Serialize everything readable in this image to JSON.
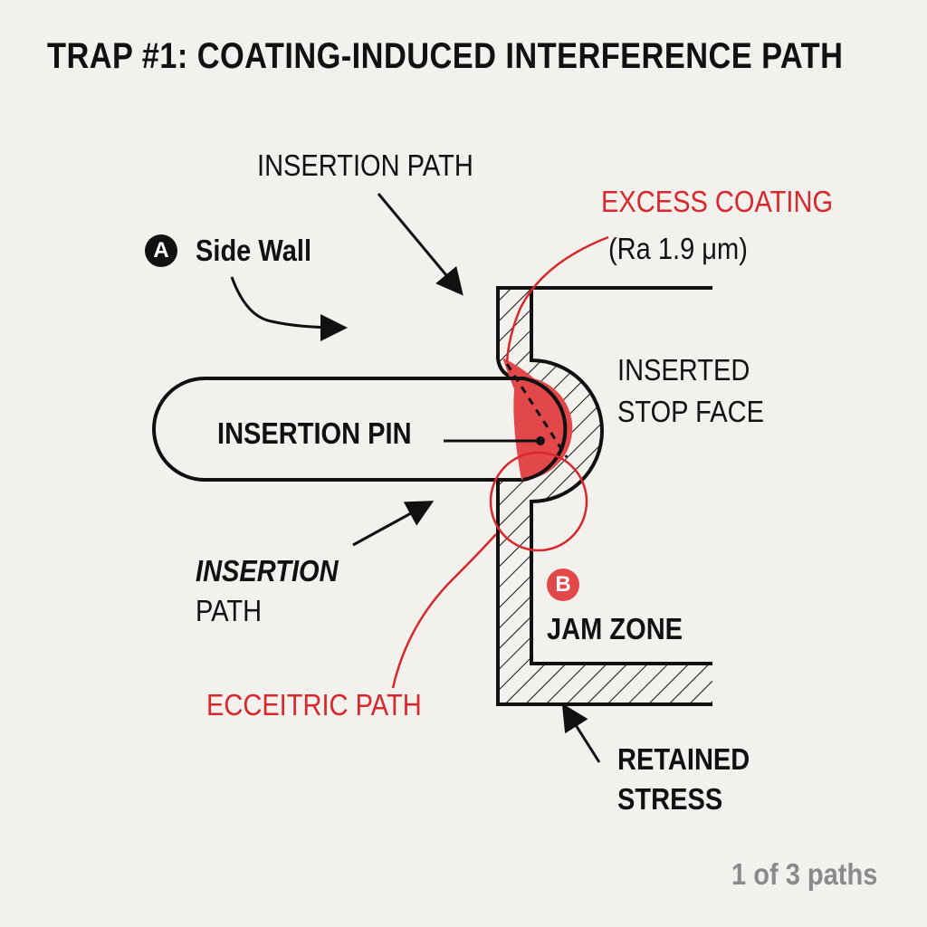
{
  "title": "TRAP #1: COATING-INDUCED INTERFERENCE PATH",
  "labels": {
    "insertion_path_top": "INSERTION PATH",
    "excess_coating": "EXCESS COATING",
    "roughness": "(Ra 1.9 μm)",
    "side_wall_badge": "A",
    "side_wall": "Side Wall",
    "inserted_stop_face_1": "INSERTED",
    "inserted_stop_face_2": "STOP FACE",
    "insertion_pin": "INSERTION PIN",
    "insertion_path_left_1": "INSERTION",
    "insertion_path_left_2": "PATH",
    "jam_zone_badge": "B",
    "jam_zone": "JAM ZONE",
    "eccentric_path": "ECCEITRIC PATH",
    "retained_stress_1": "RETAINED",
    "retained_stress_2": "STRESS"
  },
  "footer": {
    "page_indicator": "1 of 3 paths"
  },
  "colors": {
    "accent": "#d8282c",
    "ink": "#111111",
    "background": "#f2f1ed",
    "coating_fill": "#e2474a"
  }
}
